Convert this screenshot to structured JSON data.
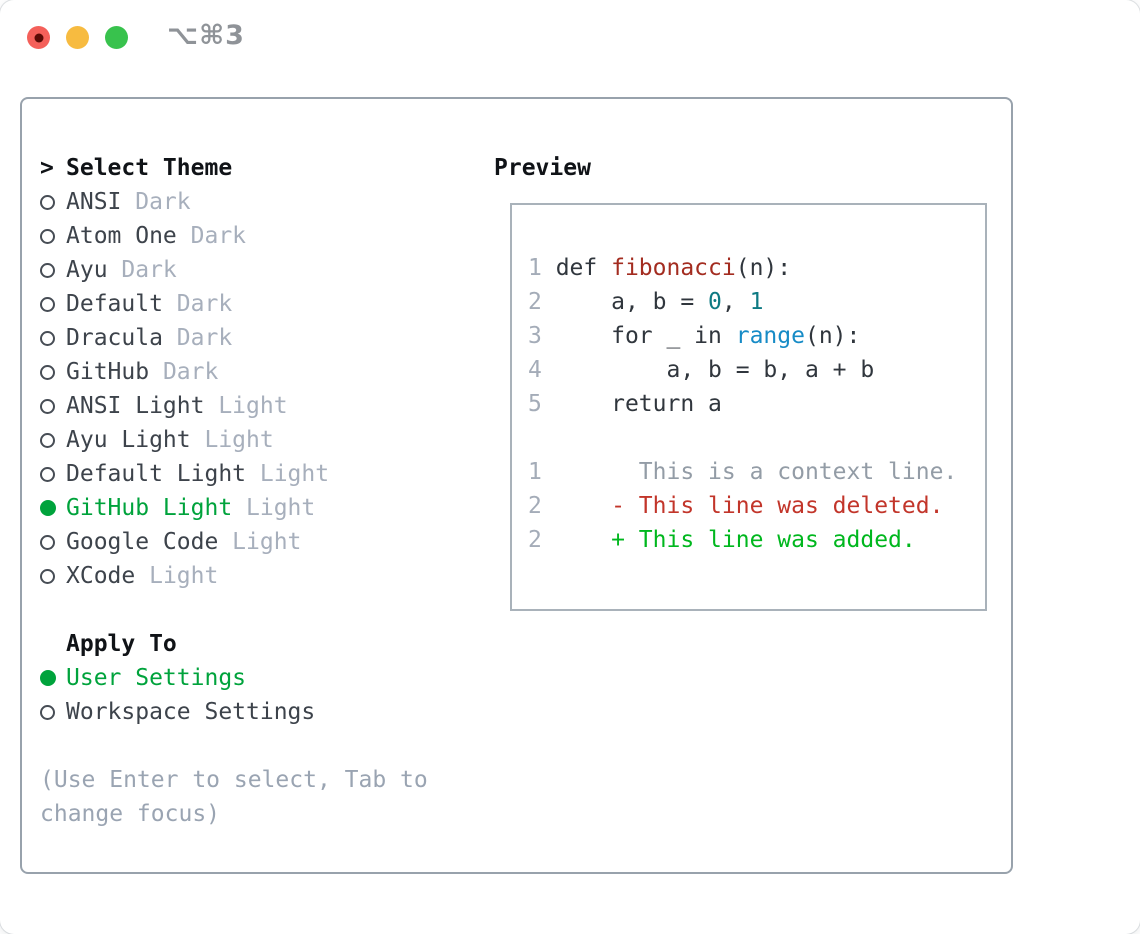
{
  "window": {
    "shortcut": "⌥⌘3"
  },
  "colors": {
    "green": "#00a33c",
    "lineNum": "#a4acb8",
    "codeDark": "#30363d",
    "funcRed": "#a32c20",
    "numTeal": "#0e7a83",
    "builtinBlue": "#168bc6",
    "contextGray": "#939ca6",
    "deletedRed": "#c2352a",
    "addedGreen": "#00b71e",
    "trafficRed": "#f4605a",
    "trafficYellow": "#f7bb40",
    "trafficGreen": "#38c24d"
  },
  "theme_panel": {
    "title_marker": ">",
    "title": "Select Theme",
    "themes": [
      {
        "name": "ANSI",
        "variant": "Dark",
        "selected": false
      },
      {
        "name": "Atom One",
        "variant": "Dark",
        "selected": false
      },
      {
        "name": "Ayu",
        "variant": "Dark",
        "selected": false
      },
      {
        "name": "Default",
        "variant": "Dark",
        "selected": false
      },
      {
        "name": "Dracula",
        "variant": "Dark",
        "selected": false
      },
      {
        "name": "GitHub",
        "variant": "Dark",
        "selected": false
      },
      {
        "name": "ANSI Light",
        "variant": "Light",
        "selected": false
      },
      {
        "name": "Ayu Light",
        "variant": "Light",
        "selected": false
      },
      {
        "name": "Default Light",
        "variant": "Light",
        "selected": false
      },
      {
        "name": "GitHub Light",
        "variant": "Light",
        "selected": true
      },
      {
        "name": "Google Code",
        "variant": "Light",
        "selected": false
      },
      {
        "name": "XCode",
        "variant": "Light",
        "selected": false
      }
    ],
    "apply_to": {
      "title": "Apply To",
      "options": [
        {
          "label": "User Settings",
          "selected": true
        },
        {
          "label": "Workspace Settings",
          "selected": false
        }
      ]
    },
    "help_lines": [
      "(Use Enter to select, Tab to",
      "change focus)"
    ]
  },
  "preview": {
    "title": "Preview",
    "code_lines": [
      {
        "num": "1",
        "segments": [
          {
            "t": "def ",
            "c": "code"
          },
          {
            "t": "fibonacci",
            "c": "func"
          },
          {
            "t": "(n):",
            "c": "code"
          }
        ]
      },
      {
        "num": "2",
        "segments": [
          {
            "t": "    a, b = ",
            "c": "code"
          },
          {
            "t": "0",
            "c": "num"
          },
          {
            "t": ", ",
            "c": "code"
          },
          {
            "t": "1",
            "c": "num"
          }
        ]
      },
      {
        "num": "3",
        "segments": [
          {
            "t": "    for _ in ",
            "c": "code"
          },
          {
            "t": "range",
            "c": "builtin"
          },
          {
            "t": "(n):",
            "c": "code"
          }
        ]
      },
      {
        "num": "4",
        "segments": [
          {
            "t": "        a, b = b, a + b",
            "c": "code"
          }
        ]
      },
      {
        "num": "5",
        "segments": [
          {
            "t": "    return a",
            "c": "code"
          }
        ]
      },
      {
        "num": "",
        "segments": []
      },
      {
        "num": "1",
        "segments": [
          {
            "t": "      This is a context line.",
            "c": "context"
          }
        ]
      },
      {
        "num": "2",
        "segments": [
          {
            "t": "    - This line was deleted.",
            "c": "deleted"
          }
        ]
      },
      {
        "num": "2",
        "segments": [
          {
            "t": "    + This line was added.",
            "c": "added"
          }
        ]
      }
    ]
  }
}
